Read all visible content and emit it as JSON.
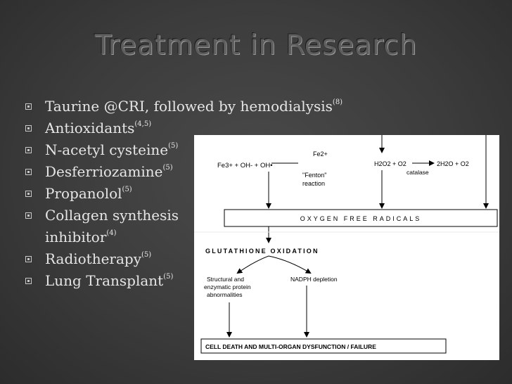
{
  "slide": {
    "title": "Treatment in Research",
    "bullets": [
      {
        "text": "Taurine @CRI, followed by hemodialysis",
        "ref": "(8)"
      },
      {
        "text": "Antioxidants",
        "ref": "(4,5)"
      },
      {
        "text": "N-acetyl cysteine",
        "ref": "(5)"
      },
      {
        "text": "Desferriozamine",
        "ref": "(5)"
      },
      {
        "text": "Propanolol",
        "ref": "(5)"
      },
      {
        "text": "Collagen synthesis",
        "ref": ""
      },
      {
        "text": "inhibitor",
        "ref": "(4)"
      },
      {
        "text": "Radiotherapy",
        "ref": "(5)"
      },
      {
        "text": "Lung Transplant",
        "ref": "(5)"
      }
    ]
  },
  "diagram": {
    "fenton_left": "Fe3+ + OH- + OH•",
    "fe2": "Fe2+",
    "fenton_label_1": "\"Fenton\"",
    "fenton_label_2": "reaction",
    "h2o2_reaction": "H2O2 + O2",
    "h2o_product": "2H2O + O2",
    "catalase": "catalase",
    "oxygen_free_radicals": "OXYGEN FREE RADICALS",
    "glutathione_oxidation": "GLUTATHIONE OXIDATION",
    "structural_1": "Structural and",
    "structural_2": "enzymatic protein",
    "structural_3": "abnormalities",
    "nadph": "NADPH depletion",
    "cell_death": "CELL DEATH AND MULTI-ORGAN DYSFUNCTION / FAILURE"
  }
}
